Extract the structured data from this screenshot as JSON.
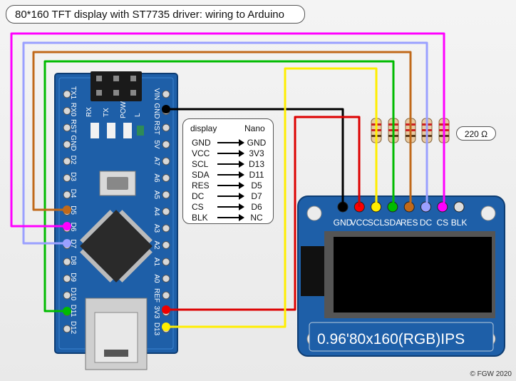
{
  "title": "80*160 TFT display with ST7735 driver: wiring to Arduino",
  "copyright": "© FGW 2020",
  "resistor_label": "220 Ω",
  "legend": {
    "header_display": "display",
    "header_nano": "Nano",
    "rows": [
      {
        "display": "GND",
        "nano": "GND"
      },
      {
        "display": "VCC",
        "nano": "3V3"
      },
      {
        "display": "SCL",
        "nano": "D13"
      },
      {
        "display": "SDA",
        "nano": "D11"
      },
      {
        "display": "RES",
        "nano": "D5"
      },
      {
        "display": "DC",
        "nano": "D7"
      },
      {
        "display": "CS",
        "nano": "D6"
      },
      {
        "display": "BLK",
        "nano": "NC"
      }
    ]
  },
  "nano": {
    "left_pins": [
      "TX1",
      "RX0",
      "RST",
      "GND",
      "D2",
      "D3",
      "D4",
      "D5",
      "D6",
      "D7",
      "D8",
      "D9",
      "D10",
      "D11",
      "D12"
    ],
    "right_pins": [
      "VIN",
      "GND",
      "RST",
      "5V",
      "A7",
      "A6",
      "A5",
      "A4",
      "A3",
      "A2",
      "A1",
      "A0",
      "REF",
      "3V3",
      "D13"
    ],
    "leds": [
      "RX",
      "TX",
      "POW",
      "L"
    ]
  },
  "tft": {
    "pins": [
      "GND",
      "VCC",
      "SCL",
      "SDA",
      "RES",
      "DC",
      "CS",
      "BLK"
    ],
    "pin_colors": [
      "#000000",
      "#ff0000",
      "#ffee00",
      "#00bb00",
      "#c0691a",
      "#9aa0ff",
      "#ff00ff",
      "#dddddd"
    ],
    "model_label": "0.96'80x160(RGB)IPS"
  },
  "wire_colors": {
    "gnd": "#000000",
    "vcc": "#dd0000",
    "scl": "#ffee00",
    "sda": "#00bb00",
    "res": "#c0691a",
    "dc": "#9aa0ff",
    "cs": "#ff00ff"
  }
}
